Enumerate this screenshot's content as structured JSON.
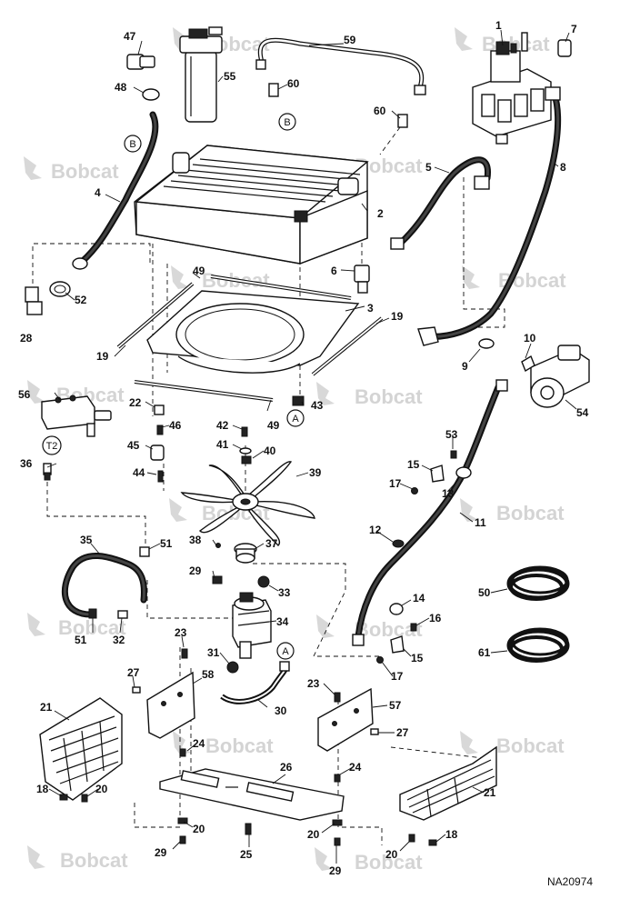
{
  "watermark": {
    "text": "Bobcat"
  },
  "document_id": "NA20974",
  "circle_refs": [
    "A",
    "B",
    "T2"
  ],
  "part_callouts": [
    "1",
    "2",
    "3",
    "4",
    "5",
    "6",
    "7",
    "8",
    "9",
    "10",
    "11",
    "12",
    "13",
    "14",
    "15",
    "16",
    "17",
    "18",
    "19",
    "20",
    "21",
    "22",
    "23",
    "24",
    "25",
    "26",
    "27",
    "28",
    "29",
    "30",
    "31",
    "32",
    "33",
    "34",
    "35",
    "36",
    "37",
    "38",
    "39",
    "40",
    "41",
    "42",
    "43",
    "44",
    "45",
    "46",
    "47",
    "48",
    "49",
    "50",
    "51",
    "52",
    "53",
    "54",
    "55",
    "56",
    "57",
    "58",
    "59",
    "60",
    "61"
  ]
}
